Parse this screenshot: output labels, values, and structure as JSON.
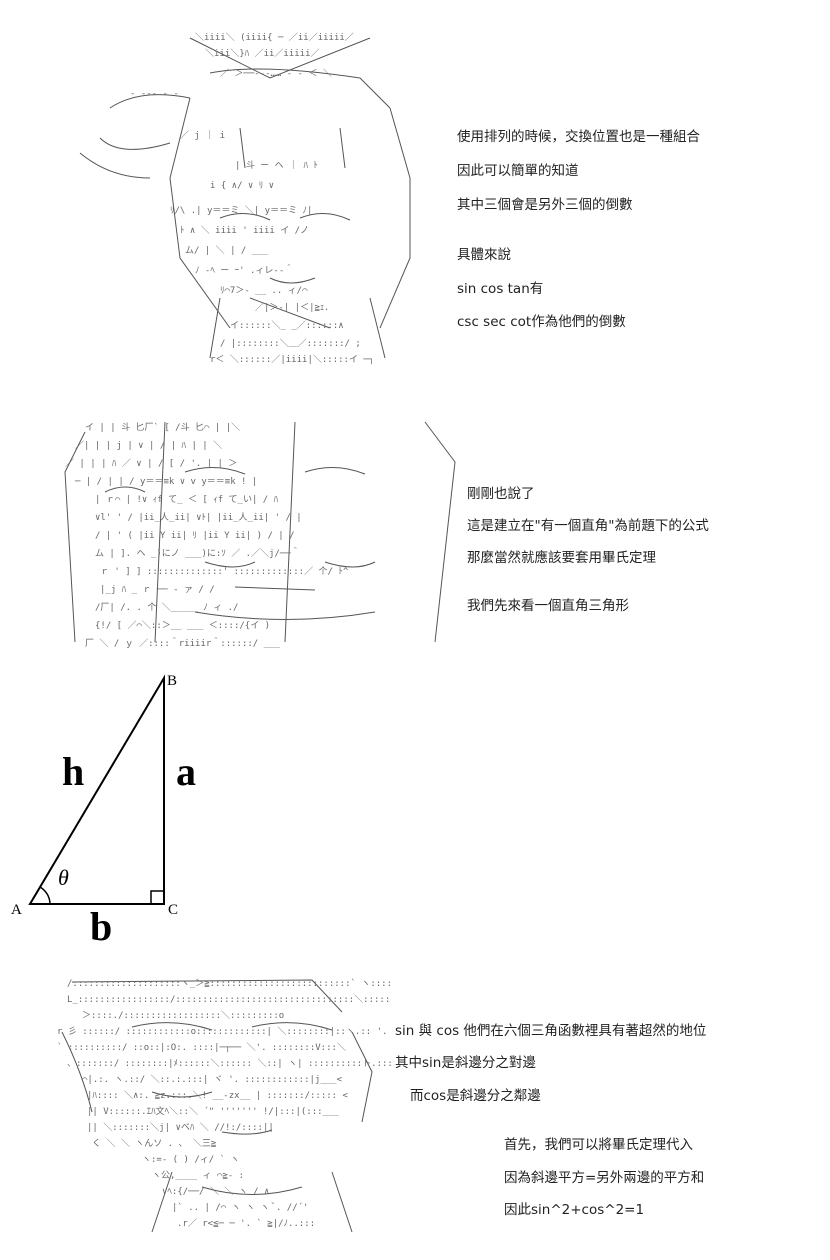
{
  "section1": {
    "lines": [
      "使用排列的時候，交換位置也是一種組合",
      "因此可以簡單的知道",
      "其中三個會是另外三個的倒數",
      "具體來說",
      "sin cos tan有",
      "csc sec cot作為他們的倒數"
    ]
  },
  "section2": {
    "lines": [
      "剛剛也說了",
      "這是建立在\"有一個直角\"為前題下的公式",
      "那麼當然就應該要套用畢氏定理",
      "我們先來看一個直角三角形"
    ]
  },
  "triangle": {
    "vertices": {
      "A": "A",
      "B": "B",
      "C": "C"
    },
    "sides": {
      "hyp": "h",
      "opp": "a",
      "adj": "b"
    },
    "angle": "θ"
  },
  "section3": {
    "lines": [
      "sin 與 cos 他們在六個三角函數裡具有著超然的地位",
      "其中sin是斜邊分之對邊",
      "而cos是斜邊分之鄰邊",
      "首先，我們可以將畢氏定理代入",
      "因為斜邊平方=另外兩邊的平方和",
      "因此sin^2+cos^2=1"
    ]
  },
  "art": {
    "icons": [
      "ascii-art-character-icon",
      "ascii-art-group-icon",
      "ascii-art-character-icon"
    ]
  }
}
